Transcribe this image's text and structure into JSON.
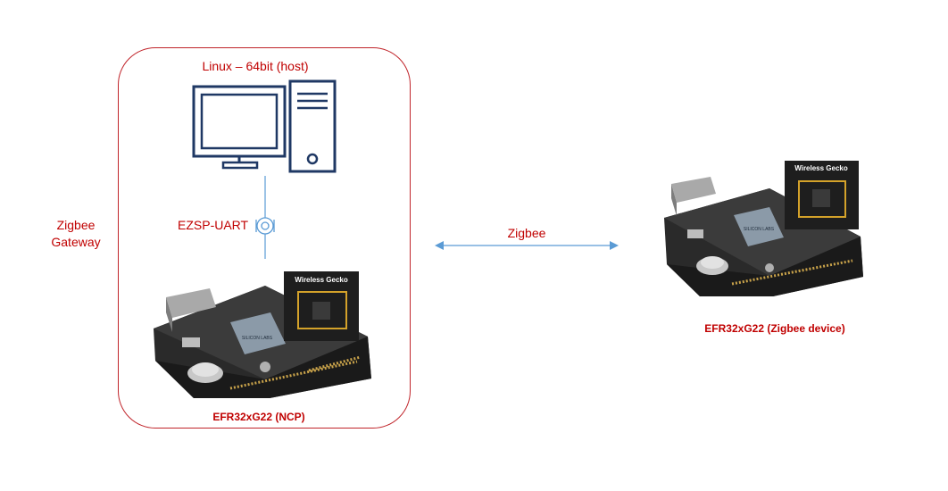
{
  "gateway": {
    "host_title": "Linux – 64bit (host)",
    "group_label_line1": "Zigbee",
    "group_label_line2": "Gateway",
    "connector_label": "EZSP-UART",
    "ncp_board": {
      "label": "EFR32xG22 (NCP)",
      "radio_module_text": "Wireless Gecko",
      "chip_text": "SILICON LABS"
    }
  },
  "link": {
    "label": "Zigbee"
  },
  "device": {
    "label": "EFR32xG22 (Zigbee device)",
    "radio_module_text": "Wireless Gecko",
    "chip_text": "SILICON LABS"
  },
  "colors": {
    "accent_red": "#c00000",
    "box_border": "#c0242a",
    "icon_navy": "#1f3864",
    "link_blue": "#5b9bd5"
  },
  "icons": [
    "monitor-icon",
    "tower-pc-icon",
    "uart-connector-icon",
    "double-arrow-icon"
  ]
}
